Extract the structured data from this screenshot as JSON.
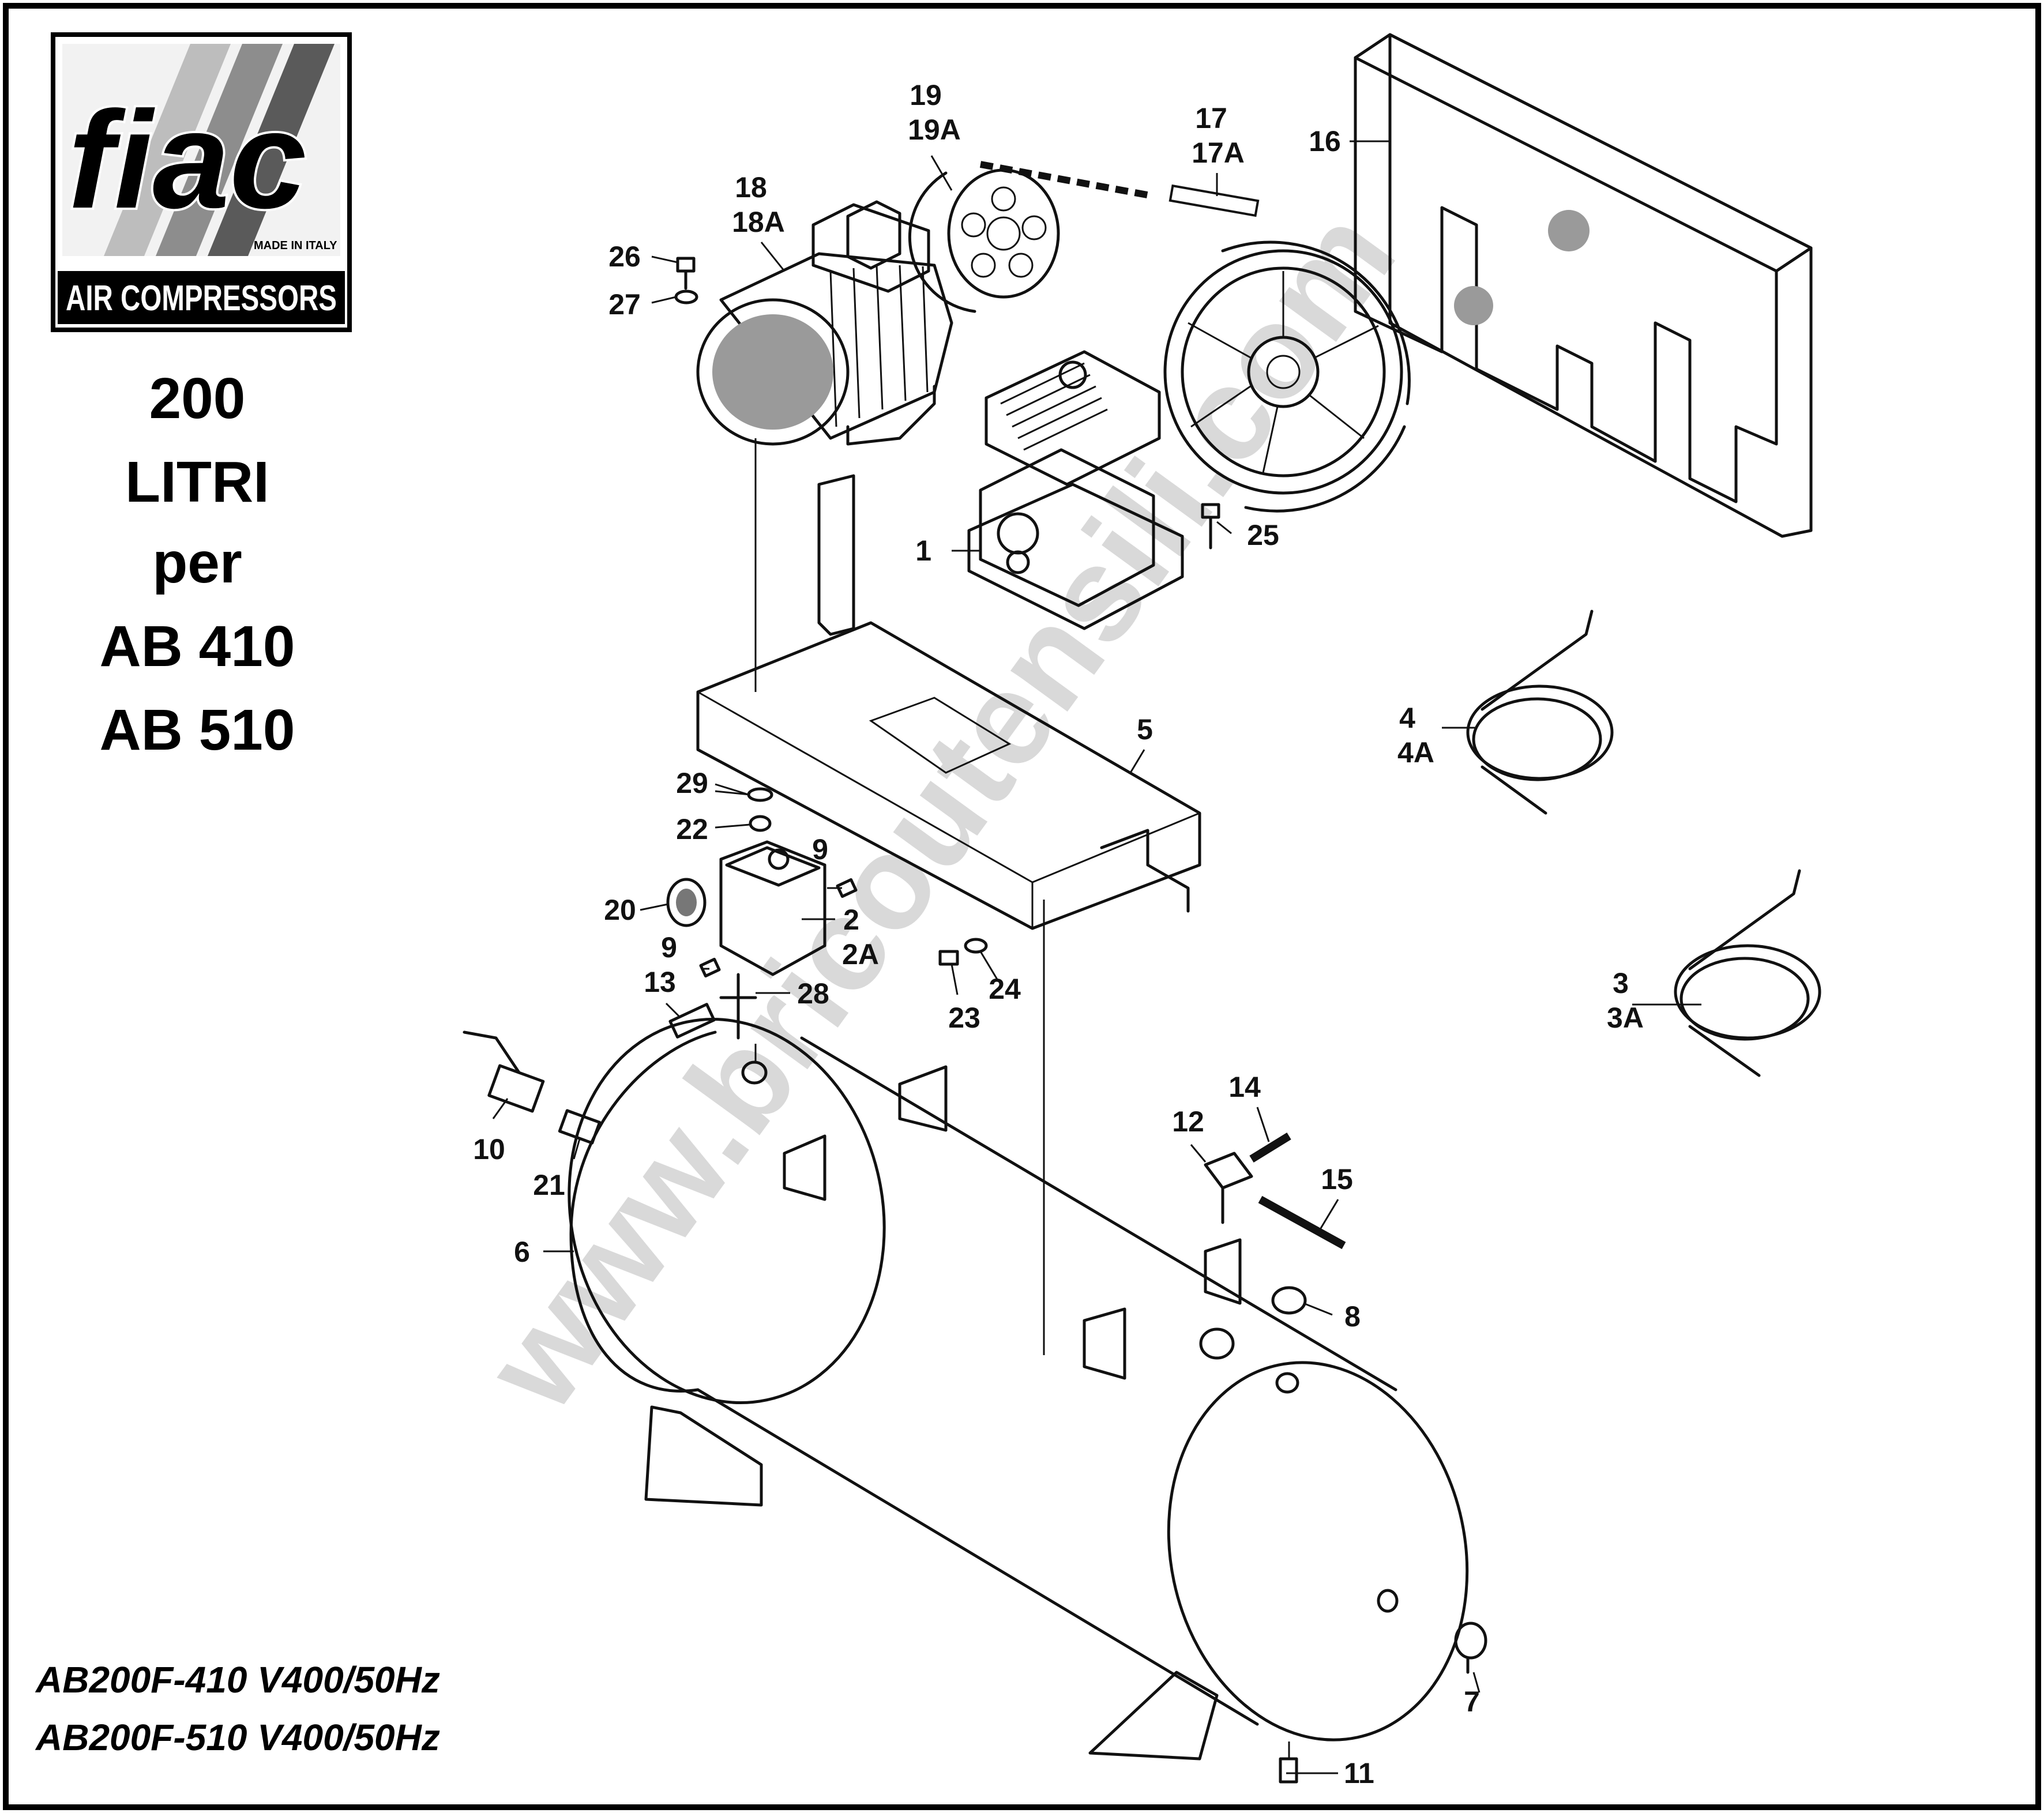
{
  "logo": {
    "brand": "fiac",
    "made_in": "MADE IN ITALY",
    "tagline": "AIR COMPRESSORS"
  },
  "title_lines": [
    "200",
    "LITRI",
    "per",
    "AB 410",
    "AB 510"
  ],
  "models": [
    "AB200F-410 V400/50Hz",
    "AB200F-510 V400/50Hz"
  ],
  "watermark": "www.bricoutensili.com",
  "callouts": [
    {
      "id": "c1",
      "label": "1"
    },
    {
      "id": "c2",
      "label": "2"
    },
    {
      "id": "c2a",
      "label": "2A"
    },
    {
      "id": "c3",
      "label": "3"
    },
    {
      "id": "c3a",
      "label": "3A"
    },
    {
      "id": "c4",
      "label": "4"
    },
    {
      "id": "c4a",
      "label": "4A"
    },
    {
      "id": "c5",
      "label": "5"
    },
    {
      "id": "c6",
      "label": "6"
    },
    {
      "id": "c7",
      "label": "7"
    },
    {
      "id": "c8",
      "label": "8"
    },
    {
      "id": "c9a",
      "label": "9"
    },
    {
      "id": "c9b",
      "label": "9"
    },
    {
      "id": "c10",
      "label": "10"
    },
    {
      "id": "c11",
      "label": "11"
    },
    {
      "id": "c12",
      "label": "12"
    },
    {
      "id": "c13",
      "label": "13"
    },
    {
      "id": "c14",
      "label": "14"
    },
    {
      "id": "c15",
      "label": "15"
    },
    {
      "id": "c16",
      "label": "16"
    },
    {
      "id": "c17",
      "label": "17"
    },
    {
      "id": "c17a",
      "label": "17A"
    },
    {
      "id": "c18",
      "label": "18"
    },
    {
      "id": "c18a",
      "label": "18A"
    },
    {
      "id": "c19",
      "label": "19"
    },
    {
      "id": "c19a",
      "label": "19A"
    },
    {
      "id": "c20",
      "label": "20"
    },
    {
      "id": "c21",
      "label": "21"
    },
    {
      "id": "c22",
      "label": "22"
    },
    {
      "id": "c23",
      "label": "23"
    },
    {
      "id": "c24",
      "label": "24"
    },
    {
      "id": "c25",
      "label": "25"
    },
    {
      "id": "c26",
      "label": "26"
    },
    {
      "id": "c27",
      "label": "27"
    },
    {
      "id": "c28",
      "label": "28"
    },
    {
      "id": "c29",
      "label": "29"
    }
  ]
}
